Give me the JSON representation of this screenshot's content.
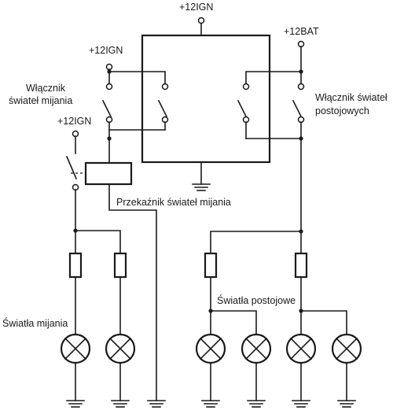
{
  "labels": {
    "ign_top": "+12IGN",
    "bat": "+12BAT",
    "ign_left_upper": "+12IGN",
    "ign_left_lower": "+12IGN",
    "low_beam_switch_line1": "Włącznik",
    "low_beam_switch_line2": "świateł mijania",
    "parking_switch_line1": "Włącznik świateł",
    "parking_switch_line2": "postojowych",
    "low_beam_relay": "Przekaźnik świateł mijania",
    "parking_lights": "Światła postojowe",
    "low_beam_lights": "Światła mijania"
  }
}
